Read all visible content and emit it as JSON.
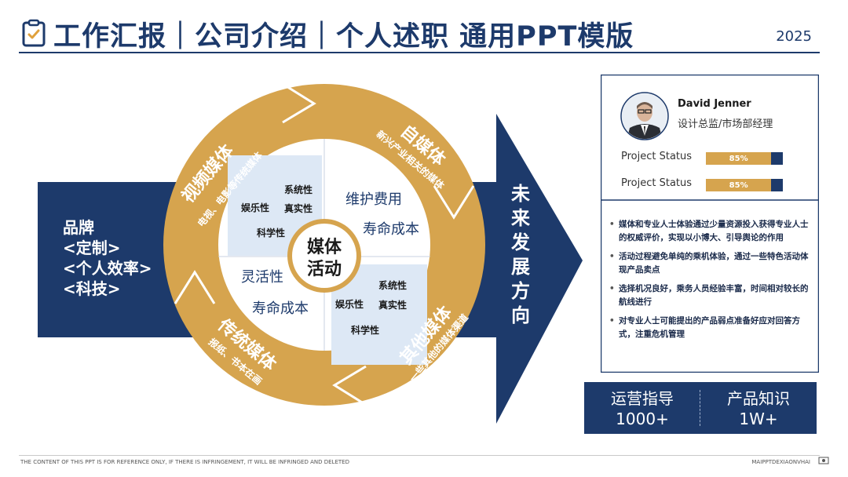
{
  "header": {
    "title": "工作汇报｜公司介绍｜个人述职 通用PPT模版",
    "year": "2025",
    "title_icon": "clipboard-check-icon"
  },
  "brand_block": {
    "lines": [
      "品牌",
      "<定制>",
      "<个人效率>",
      "<科技>"
    ]
  },
  "arrow_text": "未来发展方向",
  "ring": {
    "segments": [
      {
        "title": "视频媒体",
        "sub": "电视、电影等传统媒体"
      },
      {
        "title": "自媒体",
        "sub": "新兴产业相关的媒体"
      },
      {
        "title": "传统媒体",
        "sub": "报纸、书本在画"
      },
      {
        "title": "其他媒体",
        "sub": "一些其他的媒体渠道"
      }
    ],
    "center": [
      "媒体",
      "活动"
    ],
    "q_top_left": [
      "系统性",
      "娱乐性",
      "真实性",
      "科学性"
    ],
    "q_top_right": [
      "维护费用",
      "寿命成本"
    ],
    "q_bottom_left": [
      "灵活性",
      "寿命成本"
    ],
    "q_bottom_right": [
      "系统性",
      "娱乐性",
      "真实性",
      "科学性"
    ]
  },
  "profile": {
    "name": "David Jenner",
    "role": "设计总监/市场部经理",
    "avatar_icon": "person-avatar-icon",
    "status": [
      {
        "label": "Project Status",
        "percent_text": "85%",
        "percent": 85
      },
      {
        "label": "Project Status",
        "percent_text": "85%",
        "percent": 85
      }
    ],
    "bullets": [
      "媒体和专业人士体验通过少量资源投入获得专业人士的权威评价，实现以小博大、引导舆论的作用",
      "活动过程避免单纯的乘机体验，通过一些特色活动体现产品卖点",
      "选择机况良好，乘务人员经验丰富，时间相对较长的航线进行",
      "对专业人士可能提出的产品弱点准备好应对回答方式，注重危机管理"
    ]
  },
  "stats": [
    {
      "label": "运营指导",
      "value": "1000+"
    },
    {
      "label": "产品知识",
      "value": "1W+"
    }
  ],
  "footer": {
    "left": "THE CONTENT OF THIS PPT IS FOR REFERENCE ONLY, IF THERE IS INFRINGEMENT, IT WILL BE INFRINGED AND DELETED",
    "right": "MAIPPTDEXIAONVHAI",
    "icon": "screen-icon"
  },
  "colors": {
    "navy": "#1d3a6b",
    "gold": "#d6a44e",
    "light_blue": "#dde8f5"
  }
}
